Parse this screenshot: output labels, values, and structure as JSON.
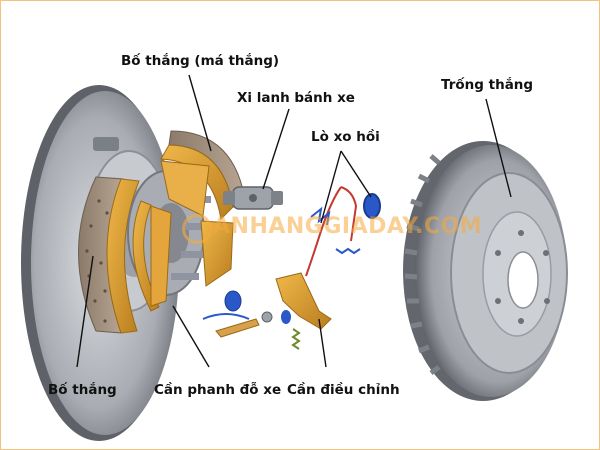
{
  "labels": {
    "shoe_top": "Bố thắng (má thắng)",
    "wheel_cylinder": "Xi lanh bánh xe",
    "return_springs": "Lò xo hồi",
    "drum": "Trống thắng",
    "shoe_bottom": "Bố thắng",
    "parking_lever": "Cần phanh đỗ xe",
    "adjuster": "Cần điều chỉnh"
  },
  "watermark": "ANHANGGIADAY.COM",
  "colors": {
    "metal": "#b9bdc3",
    "metal_dark": "#6f747b",
    "gold": "#d99a2e",
    "spring_blue": "#2a58c9",
    "spring_red": "#c23a30",
    "line": "#111111"
  }
}
